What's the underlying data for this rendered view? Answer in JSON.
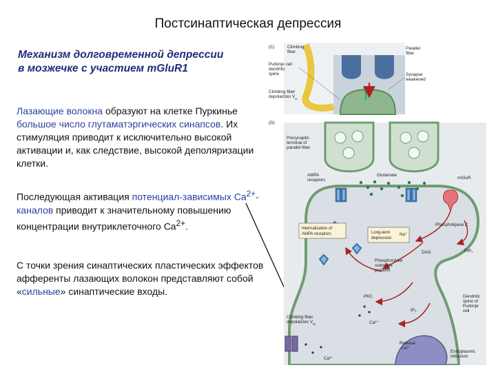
{
  "title": "Постсинаптическая депрессия",
  "subtitle_line1": "Механизм долговременной депрессии",
  "subtitle_line2": "в мозжечке с участием mGluR1",
  "p1": {
    "a": "Лазающие волокна",
    "b": " образуют на клетке Пуркинье ",
    "c": "большое число глутаматэргических синапсов",
    "d": ". Их стимуляция приводит к исключительно высокой активации и, как следствие, высокой деполяризации клетки."
  },
  "p2": {
    "a": "Последующая активация ",
    "b": "потенциал-зависимых Ca",
    "b_sup": "2+",
    "c": "-каналов",
    "d": " приводит к значительному повышению концентрации внутриклеточного Ca",
    "d_sup": "2+",
    "e": "."
  },
  "p3": {
    "a": "С точки зрения синаптических пластических эффектов афференты лазающих волокон представляют собой «",
    "b": "сильные",
    "c": "» синаптические входы."
  },
  "figure": {
    "panel_c": "(C)",
    "panel_d": "(D)",
    "climbing_fiber_1": "Climbing",
    "climbing_fiber_2": "fiber",
    "parallel_fiber_1": "Parallel",
    "parallel_fiber_2": "fiber",
    "purkinje_spine_1": "Purkinje cell",
    "purkinje_spine_2": "dendritic",
    "purkinje_spine_3": "spine",
    "synapse_weakened_1": "Synapse",
    "synapse_weakened_2": "weakened",
    "cf_depolarizes_1": "Climbing fiber",
    "cf_depolarizes_2": "depolarizes V",
    "cf_depolarizes_sub": "m",
    "presynaptic_1": "Presynaptic",
    "presynaptic_2": "terminal of",
    "presynaptic_3": "parallel fiber",
    "ampa_1": "AMPA",
    "ampa_2": "receptors",
    "glutamate": "Glutamate",
    "mglur": "mGluR",
    "internalization_1": "Internalization of",
    "internalization_2": "AMPA receptors",
    "ltd_1": "Long-term",
    "ltd_2": "depression",
    "na": "Na⁺",
    "phospholipase": "Phospholipase C",
    "dag": "DAG",
    "pip2": "PIP₂",
    "phospho_1": "Phosphorylate",
    "phospho_2": "substrate",
    "phospho_3": "proteins",
    "pkc": "PKC",
    "ca_inside": "Ca²⁺",
    "ip3": "IP₃",
    "dendritic_1": "Dendritic",
    "dendritic_2": "spine of",
    "dendritic_3": "Purkinje",
    "dendritic_4": "cell",
    "cf_vm_1": "Climbing fiber",
    "cf_vm_2": "depolarizes V",
    "cf_vm_sub": "M",
    "release_1": "Release",
    "release_2": "Ca²⁺",
    "ca_outside": "Ca²⁺",
    "er_1": "Endoplasmic",
    "er_2": "reticulum"
  }
}
